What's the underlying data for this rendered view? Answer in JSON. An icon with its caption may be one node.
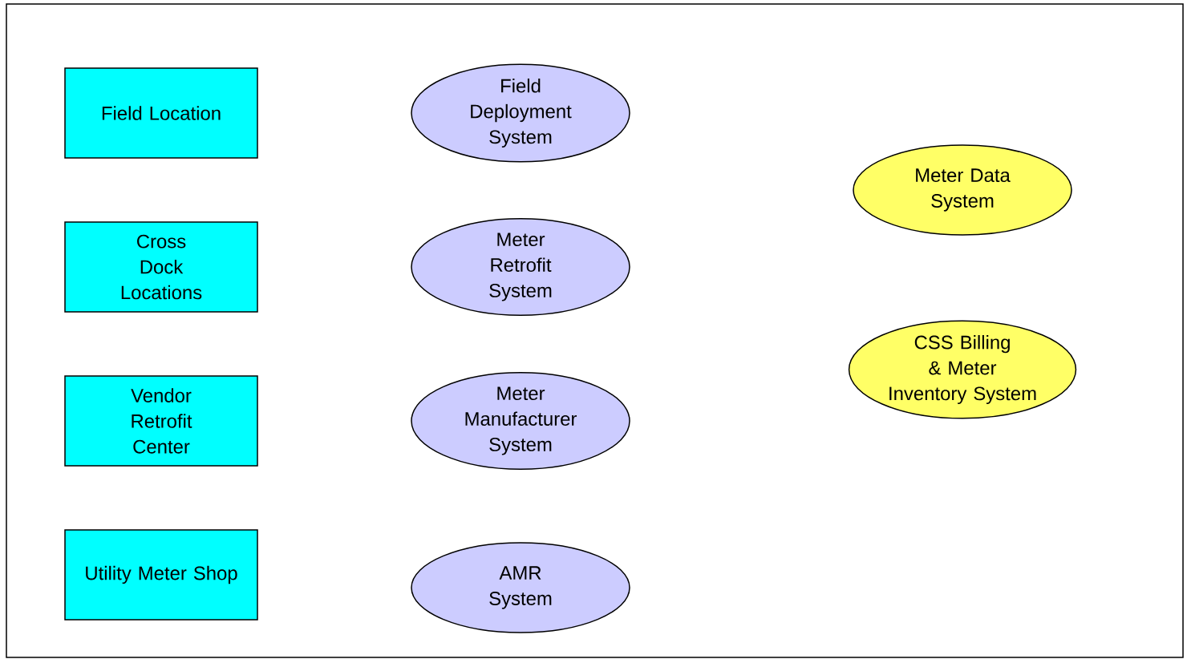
{
  "diagram": {
    "nodes": [
      {
        "text": [
          "Field Location"
        ]
      },
      {
        "text": [
          "Cross Dock Locations"
        ]
      },
      {
        "text": [
          "Vendor Retrofit Center"
        ]
      },
      {
        "text": [
          "Utility Meter Shop"
        ]
      },
      {
        "text": [
          "Field Deployment System"
        ]
      },
      {
        "text": [
          "Meter Retrofit System"
        ]
      },
      {
        "text": [
          "Meter Manufacturer System"
        ]
      },
      {
        "text": [
          "AMR System"
        ]
      },
      {
        "text": [
          "Meter Data System"
        ]
      },
      {
        "text": [
          "CSS Billing & Meter Inventory System"
        ]
      }
    ]
  }
}
